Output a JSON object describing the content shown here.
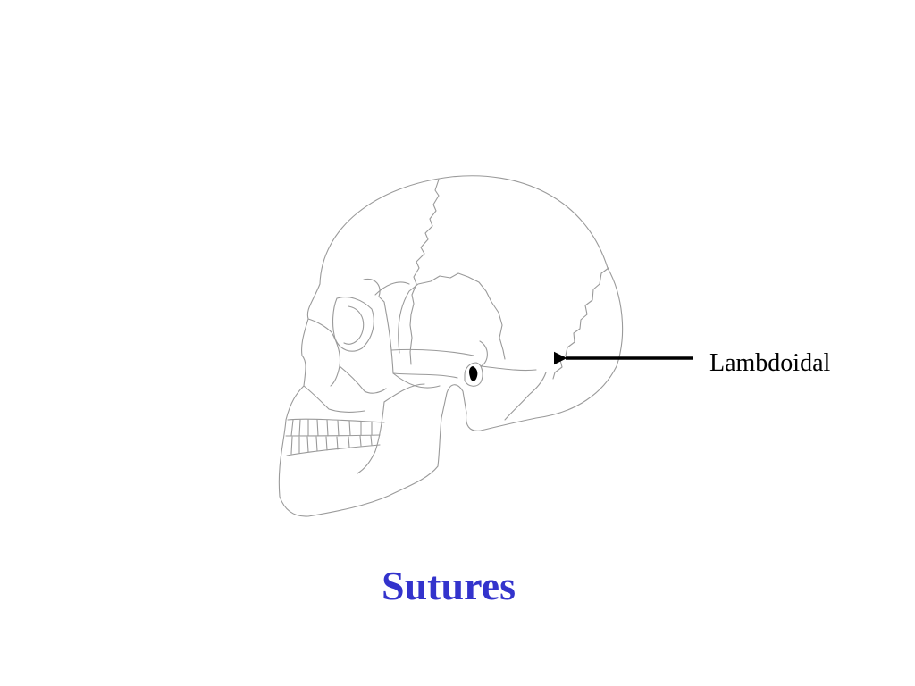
{
  "slide": {
    "title": "Sutures",
    "title_color": "#3333cc",
    "background": "#ffffff"
  },
  "diagram": {
    "subject": "skull-lateral-view",
    "line_color": "#9a9a9a",
    "callouts": [
      {
        "label": "Lambdoidal",
        "arrow_color": "#000000",
        "icon": "arrow-left-icon"
      }
    ]
  }
}
